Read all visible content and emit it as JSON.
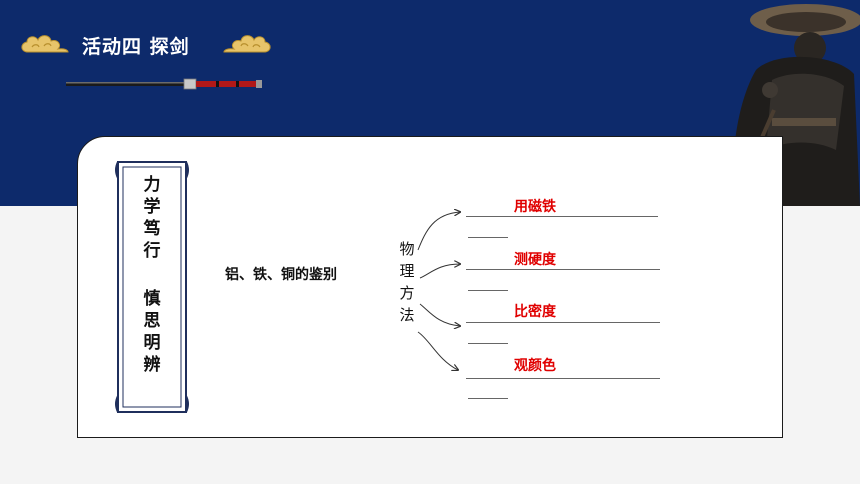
{
  "header": {
    "title": "活动四  探剑",
    "band_color": "#0d2a6b"
  },
  "scroll": {
    "line1": [
      "力",
      "学",
      "笃",
      "行"
    ],
    "line2": [
      "慎",
      "思",
      "明",
      "辨"
    ]
  },
  "main": {
    "metals_label": "铝、铁、铜的鉴别",
    "method_chars": [
      "物",
      "理",
      "方",
      "法"
    ],
    "options": [
      "用磁铁",
      "测硬度",
      "比密度",
      "观颜色"
    ],
    "option_color": "#e00000"
  }
}
